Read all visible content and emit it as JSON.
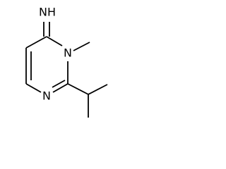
{
  "molecule": {
    "atoms": {
      "imine_label": "NH",
      "ring_n1_label": "N",
      "ring_n3_label": "N"
    }
  },
  "colors": {
    "bond": "#000000",
    "label": "#000000",
    "background": "#ffffff"
  }
}
